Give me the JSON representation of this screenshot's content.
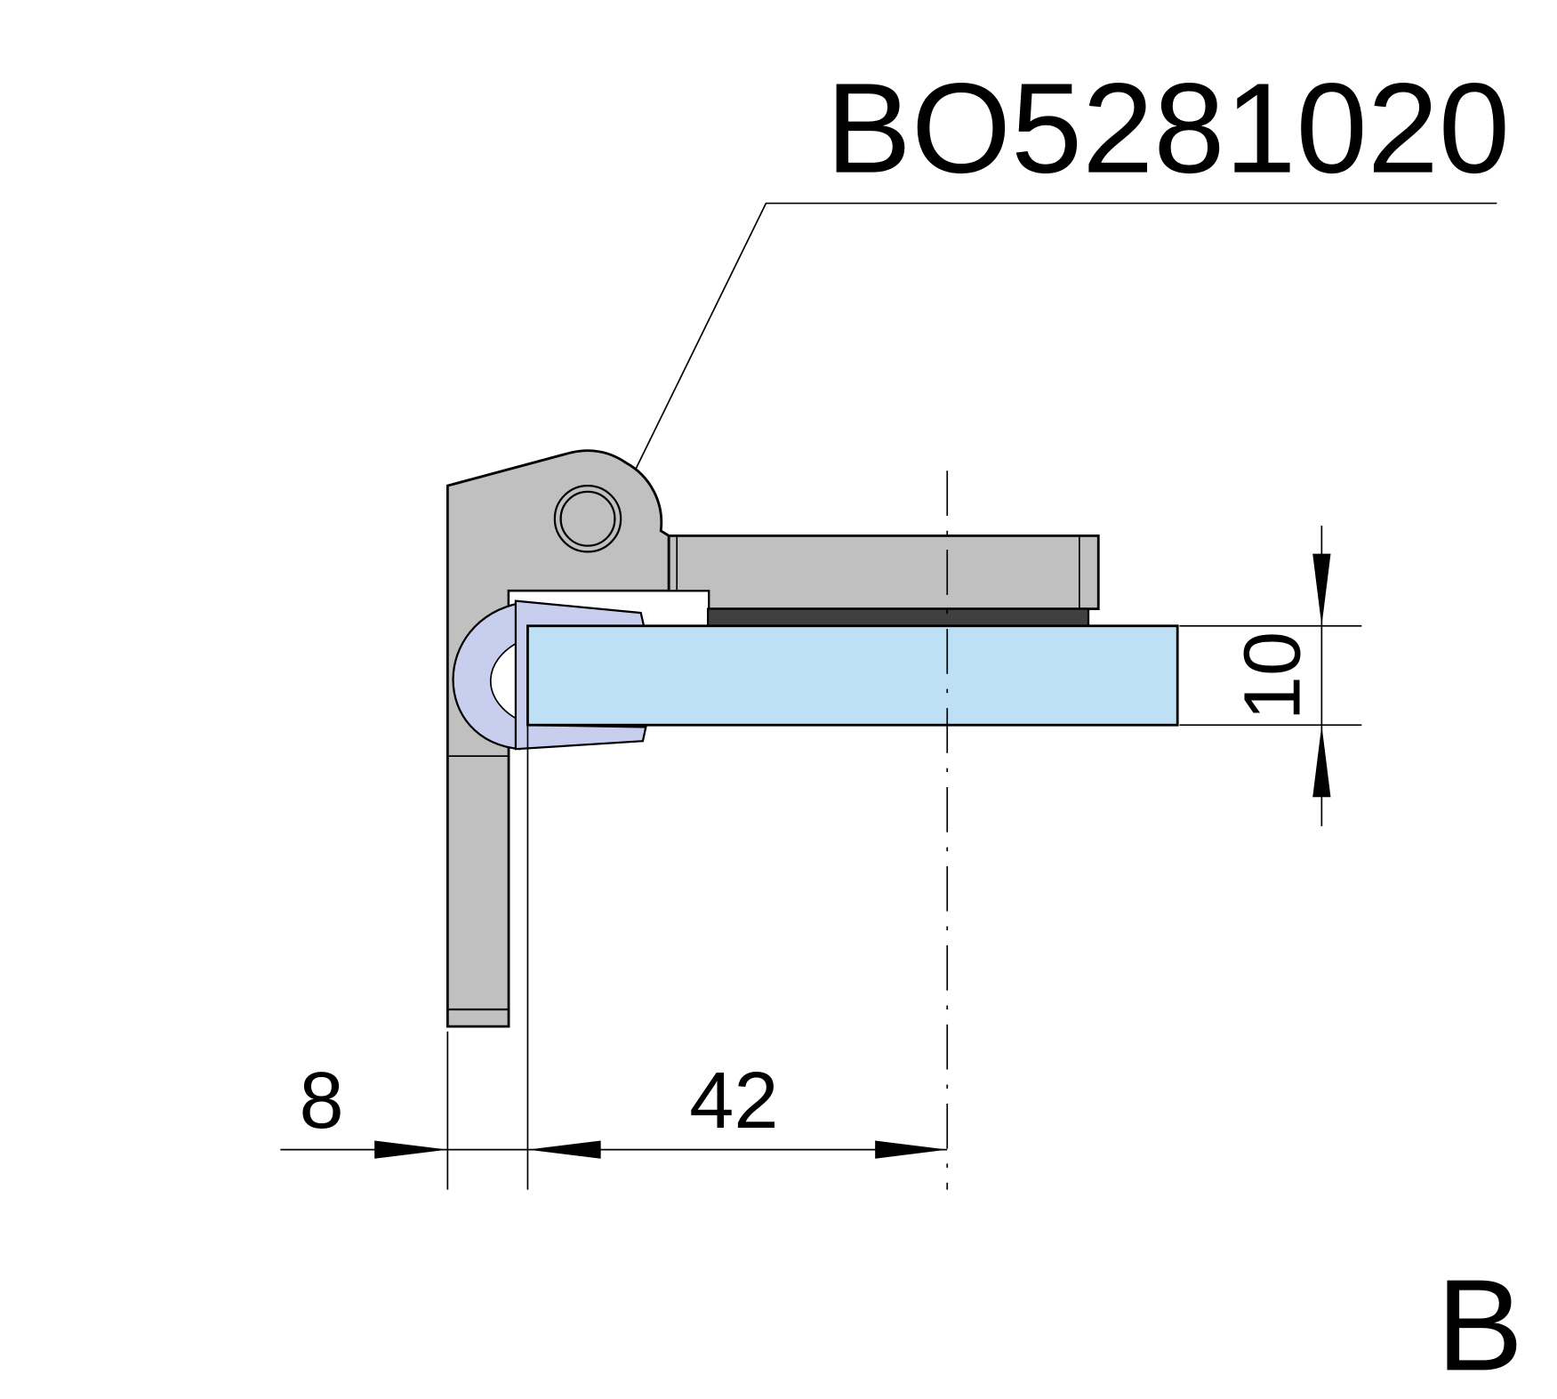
{
  "drawing": {
    "part_number": "BO5281020",
    "view_label": "B",
    "dimensions": {
      "wall_offset": "8",
      "axis_distance": "42",
      "glass_thickness": "10"
    },
    "colors": {
      "metal": "#c0c0c0",
      "gasket": "#404040",
      "glass": "#bde0f5",
      "seal": "#c8cfee"
    }
  }
}
